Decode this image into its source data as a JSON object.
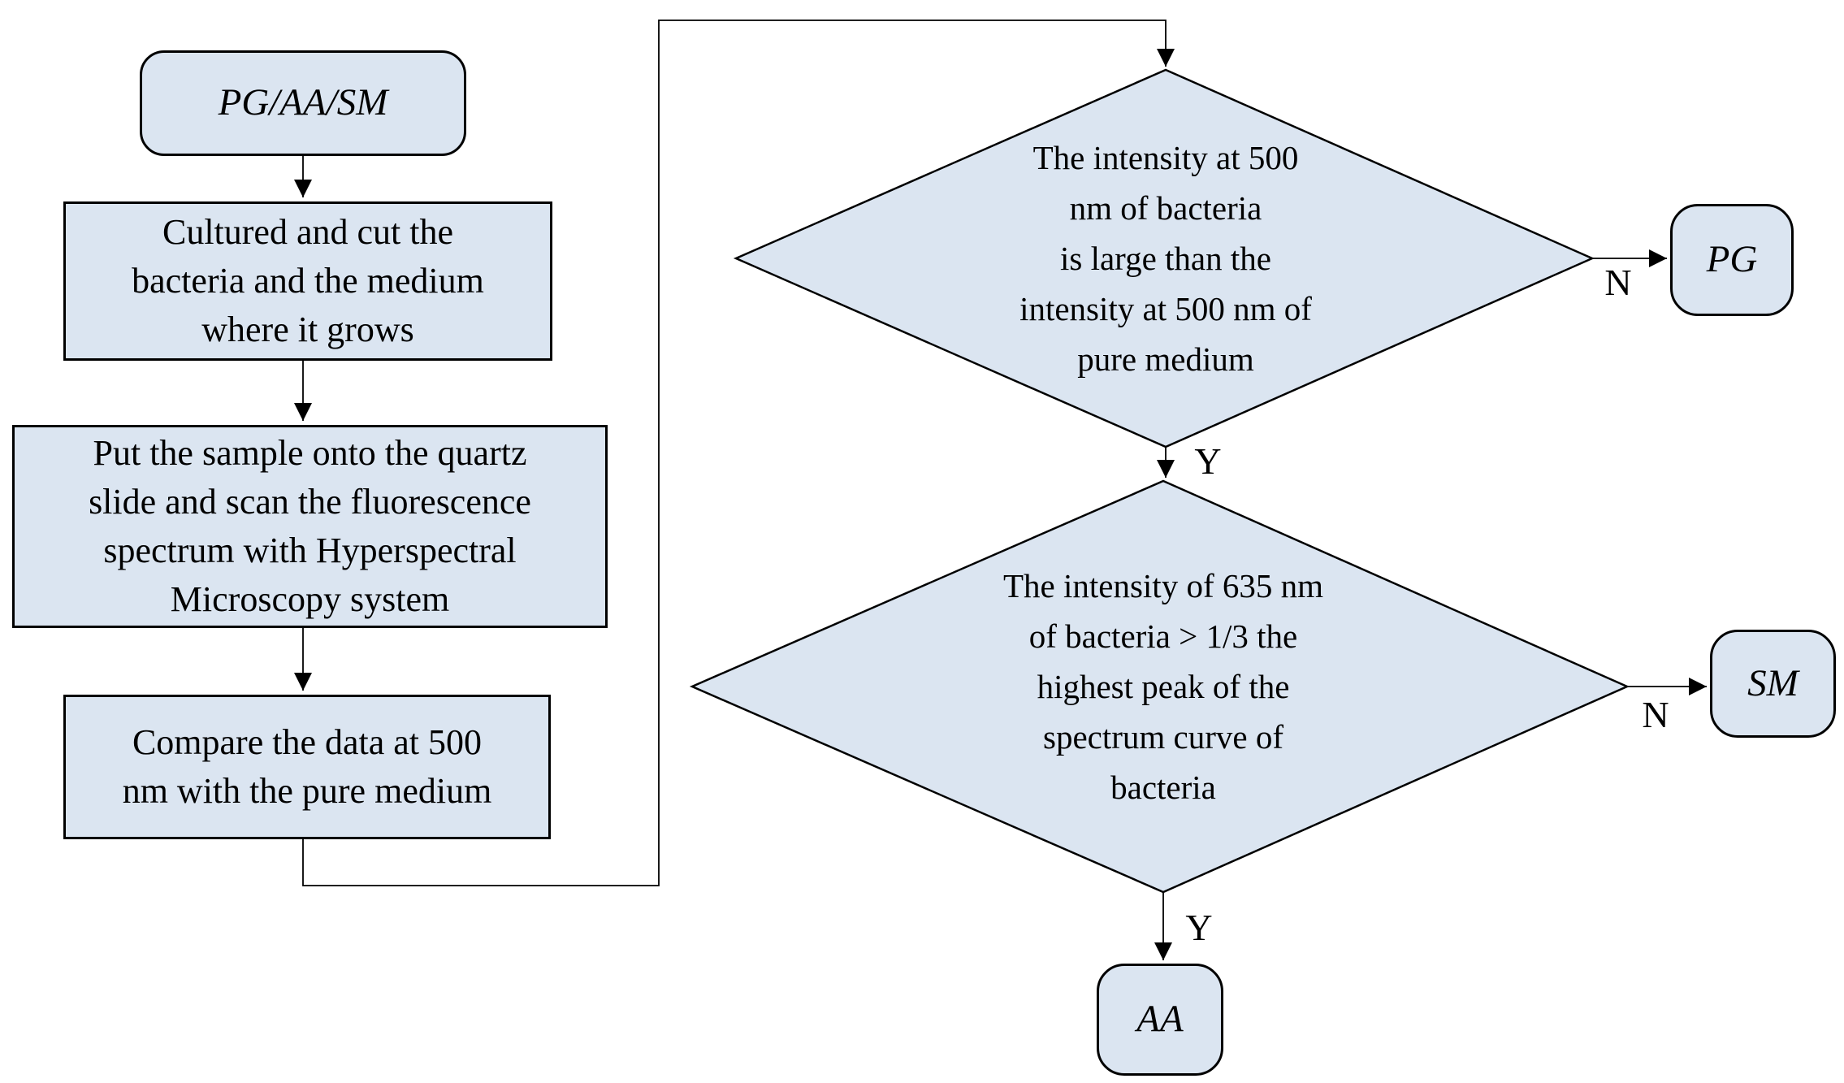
{
  "nodes": {
    "start": {
      "label": "PG/AA/SM"
    },
    "step1": {
      "text": "Cultured and cut the\nbacteria and the medium\nwhere it grows"
    },
    "step2": {
      "text": "Put the sample onto the quartz\nslide and scan the fluorescence\nspectrum with Hyperspectral\nMicroscopy system"
    },
    "step3": {
      "text": "Compare the data at 500\nnm with the pure medium"
    },
    "decision1": {
      "text": "The intensity at 500\nnm of bacteria\nis large than the\nintensity at 500 nm of\npure medium"
    },
    "decision2": {
      "text": "The intensity of 635 nm\nof bacteria > 1/3 the\nhighest peak of the\nspectrum curve of\nbacteria"
    },
    "result_pg": {
      "label": "PG"
    },
    "result_sm": {
      "label": "SM"
    },
    "result_aa": {
      "label": "AA"
    }
  },
  "edge_labels": {
    "decision1_no": "N",
    "decision1_yes": "Y",
    "decision2_no": "N",
    "decision2_yes": "Y"
  },
  "colors": {
    "node_fill": "#dbe5f1",
    "node_border": "#000000",
    "connector": "#000000",
    "text": "#000000",
    "background": "#ffffff"
  }
}
